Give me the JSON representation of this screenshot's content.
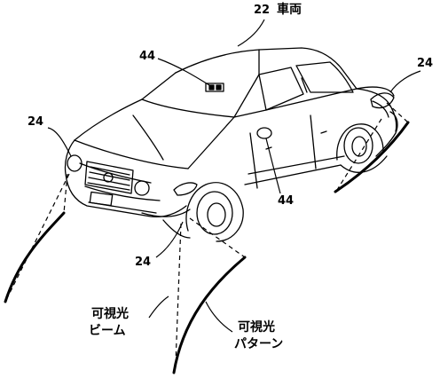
{
  "labels": {
    "vehicle_ref": "22",
    "vehicle_text": "車両",
    "camera_ref_top": "44",
    "camera_ref_side": "44",
    "lamp_ref_front_left": "24",
    "lamp_ref_front_bottom": "24",
    "lamp_ref_rear_right": "24",
    "beam_line1": "可視光",
    "beam_line2": "ビーム",
    "pattern_line1": "可視光",
    "pattern_line2": "パターン"
  },
  "colors": {
    "ink": "#000000",
    "paper": "#ffffff"
  }
}
